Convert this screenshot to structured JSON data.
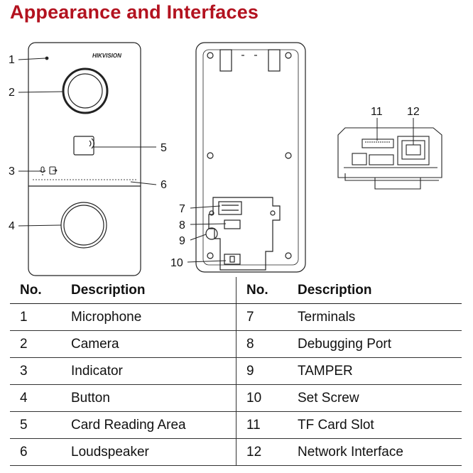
{
  "title": "Appearance and Interfaces",
  "device": {
    "brand_logo": "HIKVISION"
  },
  "callouts": [
    "1",
    "2",
    "3",
    "4",
    "5",
    "6",
    "7",
    "8",
    "9",
    "10",
    "11",
    "12"
  ],
  "table": {
    "headers": {
      "no": "No.",
      "description": "Description"
    },
    "rows": [
      {
        "left_no": "1",
        "left_desc": "Microphone",
        "right_no": "7",
        "right_desc": "Terminals"
      },
      {
        "left_no": "2",
        "left_desc": "Camera",
        "right_no": "8",
        "right_desc": "Debugging Port"
      },
      {
        "left_no": "3",
        "left_desc": "Indicator",
        "right_no": "9",
        "right_desc": "TAMPER"
      },
      {
        "left_no": "4",
        "left_desc": "Button",
        "right_no": "10",
        "right_desc": "Set Screw"
      },
      {
        "left_no": "5",
        "left_desc": "Card Reading Area",
        "right_no": "11",
        "right_desc": "TF Card Slot"
      },
      {
        "left_no": "6",
        "left_desc": "Loudspeaker",
        "right_no": "12",
        "right_desc": "Network Interface"
      }
    ]
  },
  "colors": {
    "title": "#b3121f",
    "line": "#222222"
  }
}
